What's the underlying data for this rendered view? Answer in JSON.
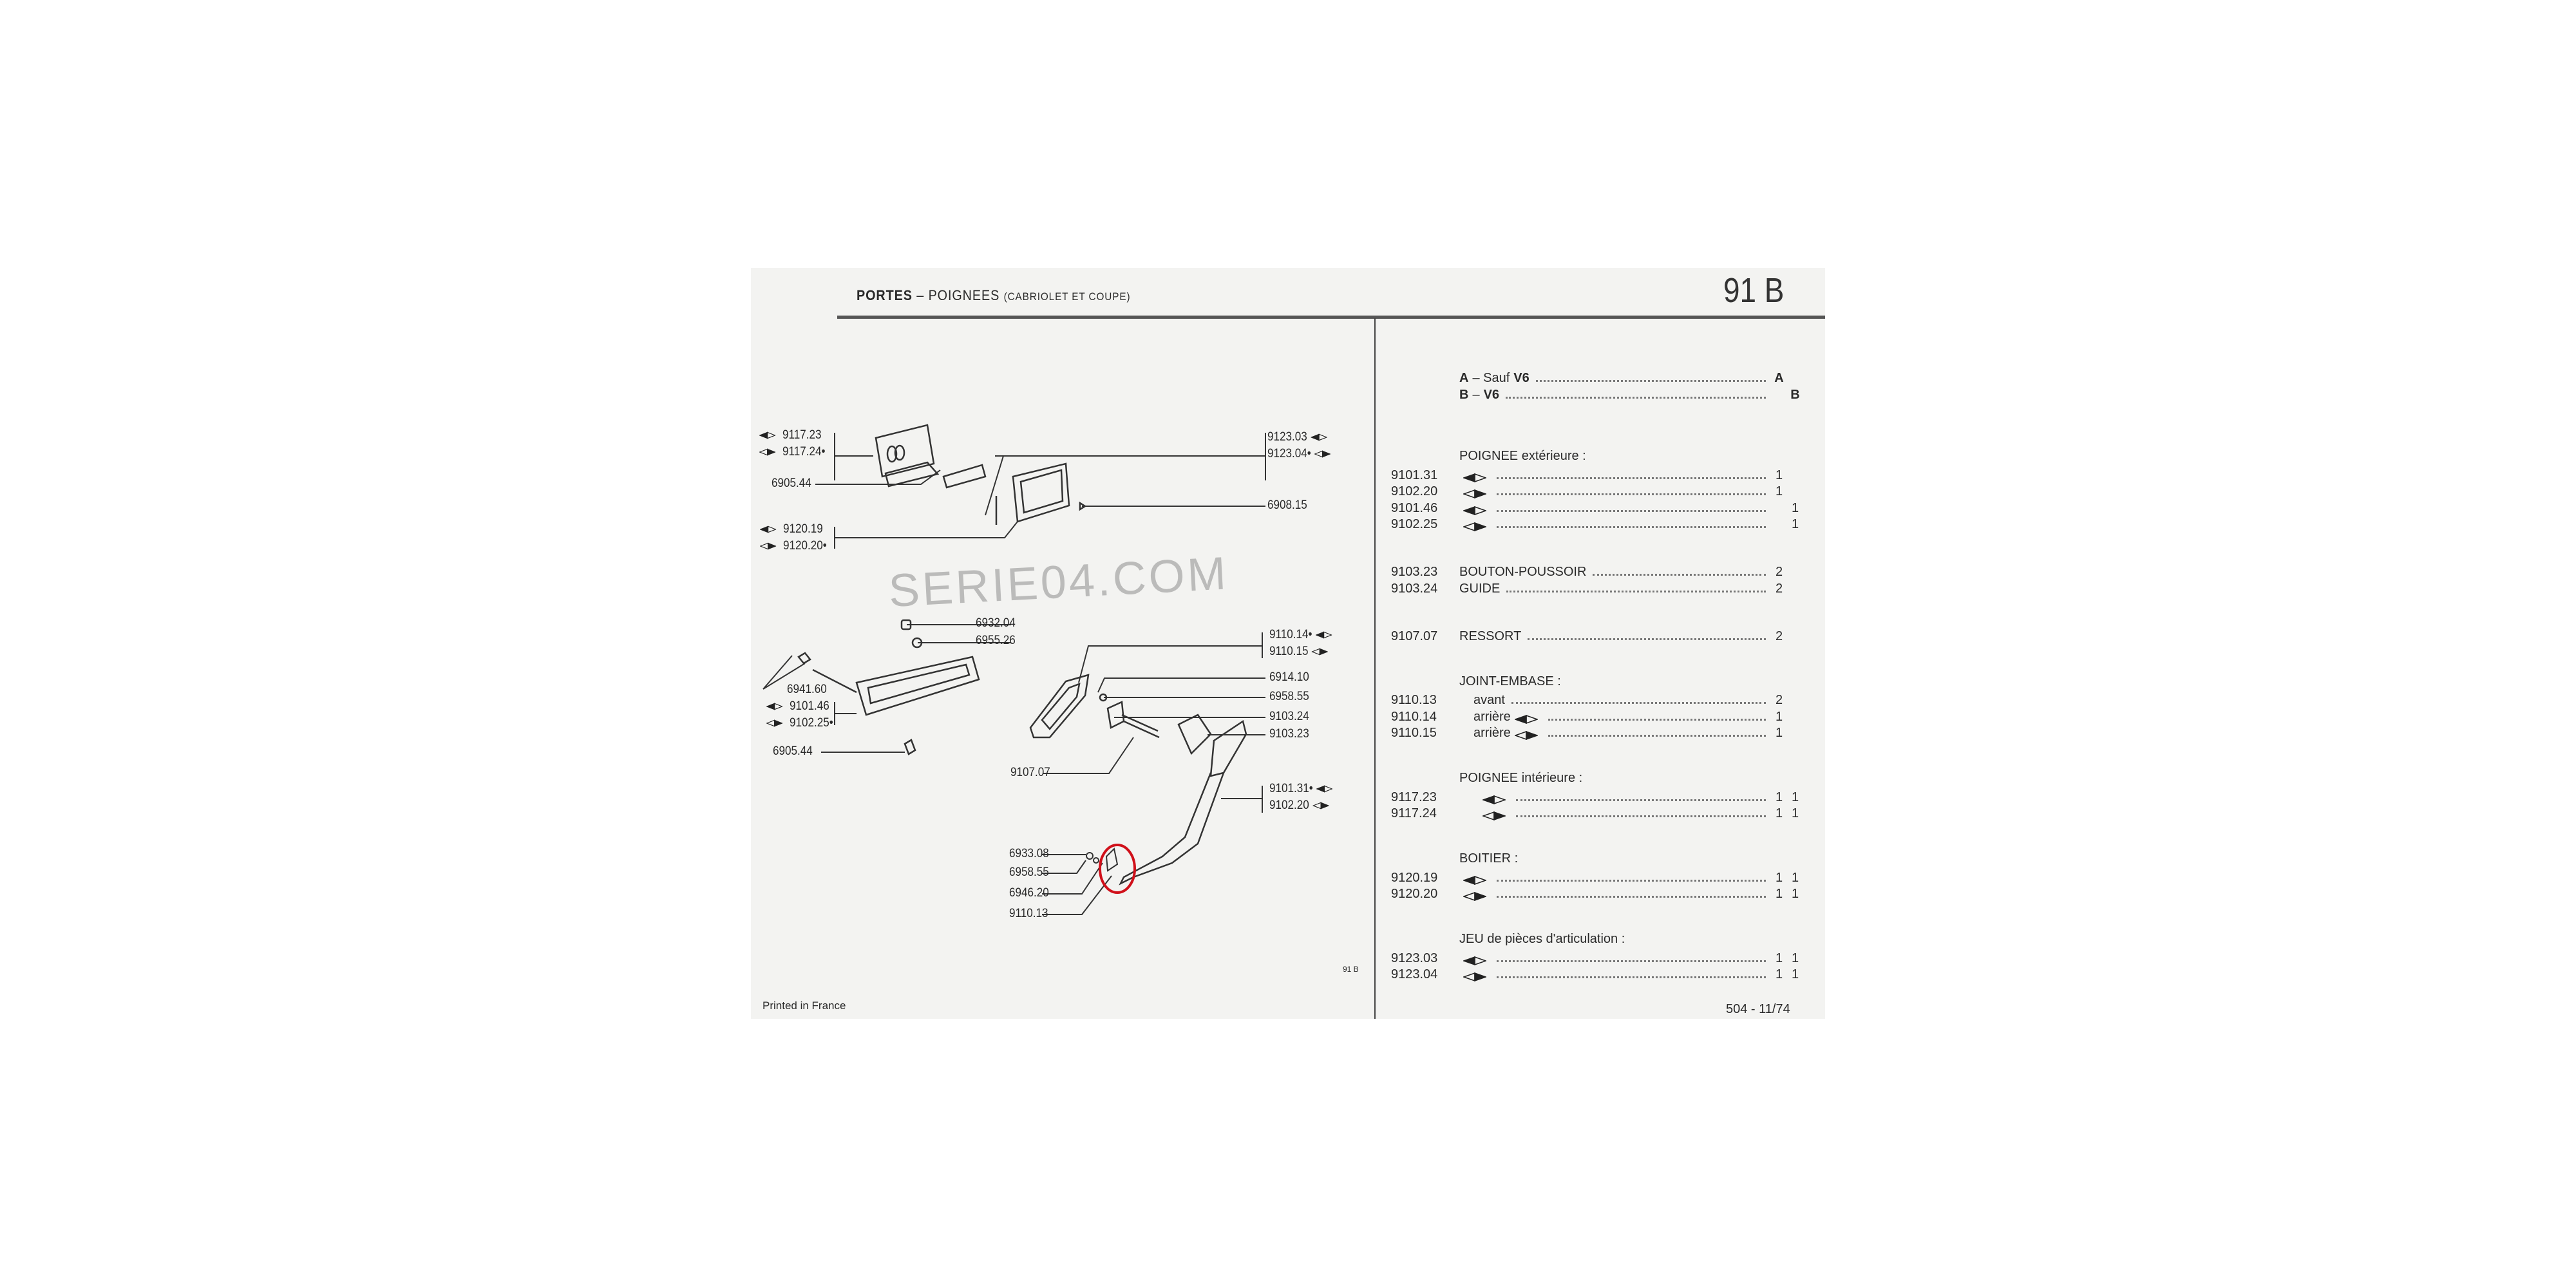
{
  "header": {
    "section": "PORTES",
    "dash": "–",
    "subject": "POIGNEES",
    "variant": "(CABRIOLET ET COUPE)",
    "page_code": "91 B"
  },
  "legend": [
    {
      "key": "A",
      "text": "– Sauf",
      "bold": "V6",
      "col": "A"
    },
    {
      "key": "B",
      "text": "–",
      "bold": "V6",
      "col": "B"
    }
  ],
  "sections": [
    {
      "title": "POIGNEE extérieure :",
      "rows": [
        {
          "num": "9101.31",
          "desc": "",
          "icon": "left",
          "qa": "1",
          "qb": ""
        },
        {
          "num": "9102.20",
          "desc": "",
          "icon": "right",
          "qa": "1",
          "qb": ""
        },
        {
          "num": "9101.46",
          "desc": "",
          "icon": "left",
          "qa": "",
          "qb": "1"
        },
        {
          "num": "9102.25",
          "desc": "",
          "icon": "right",
          "qa": "",
          "qb": "1"
        }
      ]
    },
    {
      "title": "",
      "rows": [
        {
          "num": "9103.23",
          "desc": "BOUTON-POUSSOIR",
          "icon": "",
          "qa": "2",
          "qb": ""
        },
        {
          "num": "9103.24",
          "desc": "GUIDE",
          "icon": "",
          "qa": "2",
          "qb": ""
        }
      ]
    },
    {
      "title": "",
      "rows": [
        {
          "num": "9107.07",
          "desc": "RESSORT",
          "icon": "",
          "qa": "2",
          "qb": ""
        }
      ]
    },
    {
      "title": "JOINT-EMBASE :",
      "rows": [
        {
          "num": "9110.13",
          "desc": "avant",
          "icon": "",
          "qa": "2",
          "qb": ""
        },
        {
          "num": "9110.14",
          "desc": "arrière",
          "icon": "left",
          "qa": "1",
          "qb": ""
        },
        {
          "num": "9110.15",
          "desc": "arrière",
          "icon": "right",
          "qa": "1",
          "qb": ""
        }
      ]
    },
    {
      "title": "POIGNEE intérieure :",
      "rows": [
        {
          "num": "9117.23",
          "desc": "",
          "icon": "left",
          "qa": "1",
          "qb": "1"
        },
        {
          "num": "9117.24",
          "desc": "",
          "icon": "right",
          "qa": "1",
          "qb": "1"
        }
      ]
    },
    {
      "title": "BOITIER :",
      "rows": [
        {
          "num": "9120.19",
          "desc": "",
          "icon": "left",
          "qa": "1",
          "qb": "1"
        },
        {
          "num": "9120.20",
          "desc": "",
          "icon": "right",
          "qa": "1",
          "qb": "1"
        }
      ]
    },
    {
      "title": "JEU de pièces d'articulation :",
      "rows": [
        {
          "num": "9123.03",
          "desc": "",
          "icon": "left",
          "qa": "1",
          "qb": "1"
        },
        {
          "num": "9123.04",
          "desc": "",
          "icon": "right",
          "qa": "1",
          "qb": "1"
        }
      ]
    }
  ],
  "diagram_labels": [
    {
      "text": "9117.23",
      "icon": "left"
    },
    {
      "text": "9117.24•",
      "icon": "right"
    },
    {
      "text": "6905.44"
    },
    {
      "text": "9123.03",
      "icon": "left"
    },
    {
      "text": "9123.04•",
      "icon": "right"
    },
    {
      "text": "6908.15"
    },
    {
      "text": "9120.19",
      "icon": "left"
    },
    {
      "text": "9120.20•",
      "icon": "right"
    },
    {
      "text": "6932.04"
    },
    {
      "text": "6955.26"
    },
    {
      "text": "6941.60"
    },
    {
      "text": "9101.46",
      "icon": "left"
    },
    {
      "text": "9102.25•",
      "icon": "right"
    },
    {
      "text": "6905.44"
    },
    {
      "text": "9110.14•",
      "icon": "left"
    },
    {
      "text": "9110.15",
      "icon": "right"
    },
    {
      "text": "6914.10"
    },
    {
      "text": "6958.55"
    },
    {
      "text": "9103.24"
    },
    {
      "text": "9103.23"
    },
    {
      "text": "9107.07"
    },
    {
      "text": "9101.31•",
      "icon": "left"
    },
    {
      "text": "9102.20",
      "icon": "right"
    },
    {
      "text": "6933.08"
    },
    {
      "text": "6958.55"
    },
    {
      "text": "6946.20"
    },
    {
      "text": "9110.13"
    }
  ],
  "footer": {
    "printed": "Printed in France",
    "plate": "91 B",
    "edition": "504 - 11/74"
  },
  "watermark": "SERIE04.COM",
  "colors": {
    "paper": "#f3f3f1",
    "ink": "#2a2a2a",
    "highlight": "#d0101a"
  }
}
